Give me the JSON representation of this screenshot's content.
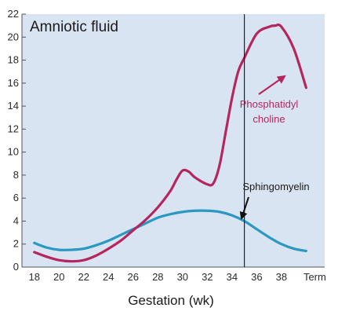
{
  "chart_data": {
    "type": "line",
    "title": "Amniotic fluid",
    "xlabel": "Gestation (wk)",
    "ylabel": "",
    "x_ticks": [
      "18",
      "20",
      "22",
      "24",
      "26",
      "28",
      "30",
      "32",
      "34",
      "36",
      "38",
      "Term"
    ],
    "y_ticks": [
      "0",
      "2",
      "4",
      "6",
      "8",
      "10",
      "12",
      "14",
      "16",
      "18",
      "20",
      "22"
    ],
    "xlim": [
      17,
      41.5
    ],
    "ylim": [
      0,
      22
    ],
    "marker_line_x": 35,
    "series": [
      {
        "name": "Phosphatidyl choline",
        "label_lines": [
          "Phosphatidyl",
          "choline"
        ],
        "color": "#b5265e",
        "x": [
          18,
          19,
          20,
          21,
          22,
          23,
          24,
          25,
          26,
          27,
          28,
          29,
          29.5,
          30,
          30.5,
          31,
          32,
          32.5,
          33,
          33.5,
          34,
          34.5,
          35,
          36,
          37,
          37.5,
          38,
          39,
          40
        ],
        "y": [
          1.3,
          0.9,
          0.6,
          0.5,
          0.6,
          1.0,
          1.6,
          2.3,
          3.2,
          4.1,
          5.2,
          6.6,
          7.6,
          8.4,
          8.3,
          7.8,
          7.2,
          7.3,
          8.9,
          11.8,
          14.7,
          17.0,
          18.2,
          20.3,
          20.9,
          21.0,
          20.9,
          19.0,
          15.6
        ]
      },
      {
        "name": "Sphingomyelin",
        "label_lines": [
          "Sphingomyelin"
        ],
        "color": "#2a98c0",
        "x": [
          18,
          19,
          20,
          21,
          22,
          23,
          24,
          25,
          26,
          27,
          28,
          29,
          30,
          31,
          32,
          33,
          34,
          35,
          36,
          37,
          38,
          39,
          40
        ],
        "y": [
          2.1,
          1.7,
          1.5,
          1.5,
          1.6,
          1.9,
          2.3,
          2.8,
          3.3,
          3.8,
          4.3,
          4.6,
          4.8,
          4.9,
          4.9,
          4.8,
          4.5,
          4.0,
          3.3,
          2.6,
          2.0,
          1.6,
          1.4
        ]
      }
    ],
    "background": "#d9e4f2",
    "grid": false
  }
}
